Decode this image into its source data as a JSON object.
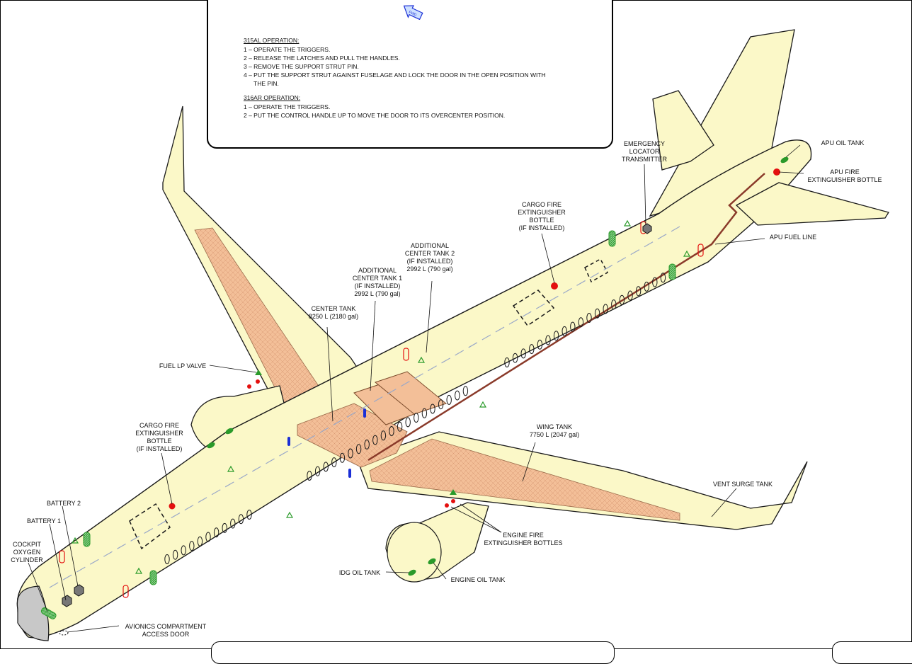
{
  "fwd_arrow": {
    "icon": "forward-arrow-icon",
    "label": "FWD"
  },
  "operation_notes": {
    "op_315al": {
      "heading": "315AL OPERATION:",
      "steps": [
        "1 – OPERATE THE TRIGGERS.",
        "2 – RELEASE THE LATCHES AND PULL THE HANDLES.",
        "3 – REMOVE THE SUPPORT STRUT PIN.",
        "4 – PUT THE SUPPORT STRUT AGAINST FUSELAGE AND LOCK THE DOOR IN THE OPEN POSITION WITH",
        "THE PIN."
      ]
    },
    "op_316ar": {
      "heading": "316AR OPERATION:",
      "steps": [
        "1 – OPERATE THE TRIGGERS.",
        "2 – PUT THE CONTROL HANDLE UP TO MOVE THE DOOR TO ITS OVERCENTER POSITION."
      ]
    }
  },
  "labels": {
    "elt": [
      "EMERGENCY",
      "LOCATOR",
      "TRANSMITTER"
    ],
    "apu_oil_tank": [
      "APU OIL TANK"
    ],
    "apu_fire_bottle": [
      "APU FIRE",
      "EXTINGUISHER BOTTLE"
    ],
    "cargo_fire_aft": [
      "CARGO FIRE",
      "EXTINGUISHER",
      "BOTTLE",
      "(IF INSTALLED)"
    ],
    "apu_fuel_line": [
      "APU FUEL LINE"
    ],
    "act2": [
      "ADDITIONAL",
      "CENTER TANK 2",
      "(IF INSTALLED)",
      "2992 L (790 gal)"
    ],
    "act1": [
      "ADDITIONAL",
      "CENTER TANK 1",
      "(IF INSTALLED)",
      "2992 L (790 gal)"
    ],
    "center_tank": [
      "CENTER TANK",
      "8250 L (2180 gal)"
    ],
    "fuel_lp_valve": [
      "FUEL LP VALVE"
    ],
    "cargo_fire_fwd": [
      "CARGO FIRE",
      "EXTINGUISHER",
      "BOTTLE",
      "(IF INSTALLED)"
    ],
    "wing_tank": [
      "WING TANK",
      "7750 L (2047 gal)"
    ],
    "vent_surge_tank": [
      "VENT SURGE TANK"
    ],
    "battery_2": [
      "BATTERY 2"
    ],
    "battery_1": [
      "BATTERY 1"
    ],
    "cockpit_oxygen": [
      "COCKPIT",
      "OXYGEN",
      "CYLINDER"
    ],
    "engine_fire_bottles": [
      "ENGINE FIRE",
      "EXTINGUISHER BOTTLES"
    ],
    "idg_oil_tank": [
      "IDG OIL TANK"
    ],
    "engine_oil_tank": [
      "ENGINE OIL TANK"
    ],
    "avionics_door": [
      "AVIONICS COMPARTMENT",
      "ACCESS DOOR"
    ]
  },
  "colors": {
    "airframe": "#fbf8c8",
    "fuel_tank": "#f4c09a",
    "fire_bottle": "#e4100f",
    "oil_tank": "#2a9a2a",
    "outline": "#1a1a1a",
    "valve": "#1b2fd6"
  }
}
